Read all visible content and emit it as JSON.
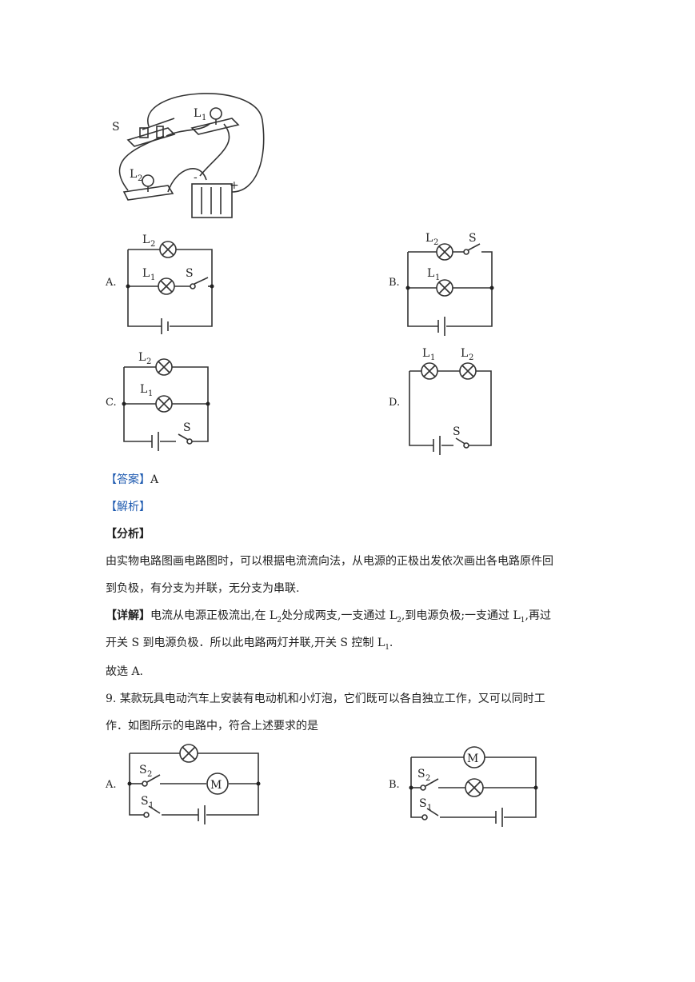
{
  "q8": {
    "figure_labels": {
      "S": "S",
      "L1": "L",
      "L1_sub": "1",
      "L2": "L",
      "L2_sub": "2",
      "minus": "-",
      "plus": "+"
    },
    "options": {
      "A": {
        "label": "A.",
        "L1": "L",
        "L1_sub": "1",
        "L2": "L",
        "L2_sub": "2",
        "S": "S"
      },
      "B": {
        "label": "B.",
        "L1": "L",
        "L1_sub": "1",
        "L2": "L",
        "L2_sub": "2",
        "S": "S"
      },
      "C": {
        "label": "C.",
        "L1": "L",
        "L1_sub": "1",
        "L2": "L",
        "L2_sub": "2",
        "S": "S"
      },
      "D": {
        "label": "D.",
        "L1": "L",
        "L1_sub": "1",
        "L2": "L",
        "L2_sub": "2",
        "S": "S"
      }
    },
    "answer_tag": "【答案】",
    "answer": "A",
    "analysis_tag": "【解析】",
    "fenxi_tag": "【分析】",
    "fenxi_line1": "由实物电路图画电路图时，可以根据电流流向法，从电源的正极出发依次画出各电路原件回",
    "fenxi_line2": "到负极，有分支为并联，无分支为串联.",
    "detail_tag": "【详解】",
    "detail_l1_a": "电流从电源正极流出,在 L",
    "detail_l1_sub1": "2",
    "detail_l1_b": "处分成两支,一支通过 L",
    "detail_l1_sub2": "2",
    "detail_l1_c": ",到电源负极;一支通过 L",
    "detail_l1_sub3": "1",
    "detail_l1_d": ",再过",
    "detail_l2_a": "开关 S 到电源负极．所以此电路两灯并联,开关 S 控制 L",
    "detail_l2_sub": "1",
    "detail_l2_b": ".",
    "conclusion": "故选 A."
  },
  "q9": {
    "line1": "9.  某款玩具电动汽车上安装有电动机和小灯泡，它们既可以各自独立工作，又可以同时工",
    "line2": "作．如图所示的电路中，符合上述要求的是",
    "options": {
      "A": {
        "label": "A.",
        "S2": "S",
        "S2_sub": "2",
        "S1": "S",
        "S1_sub": "1",
        "M": "M"
      },
      "B": {
        "label": "B.",
        "S2": "S",
        "S2_sub": "2",
        "S1": "S",
        "S1_sub": "1",
        "M": "M"
      }
    }
  }
}
